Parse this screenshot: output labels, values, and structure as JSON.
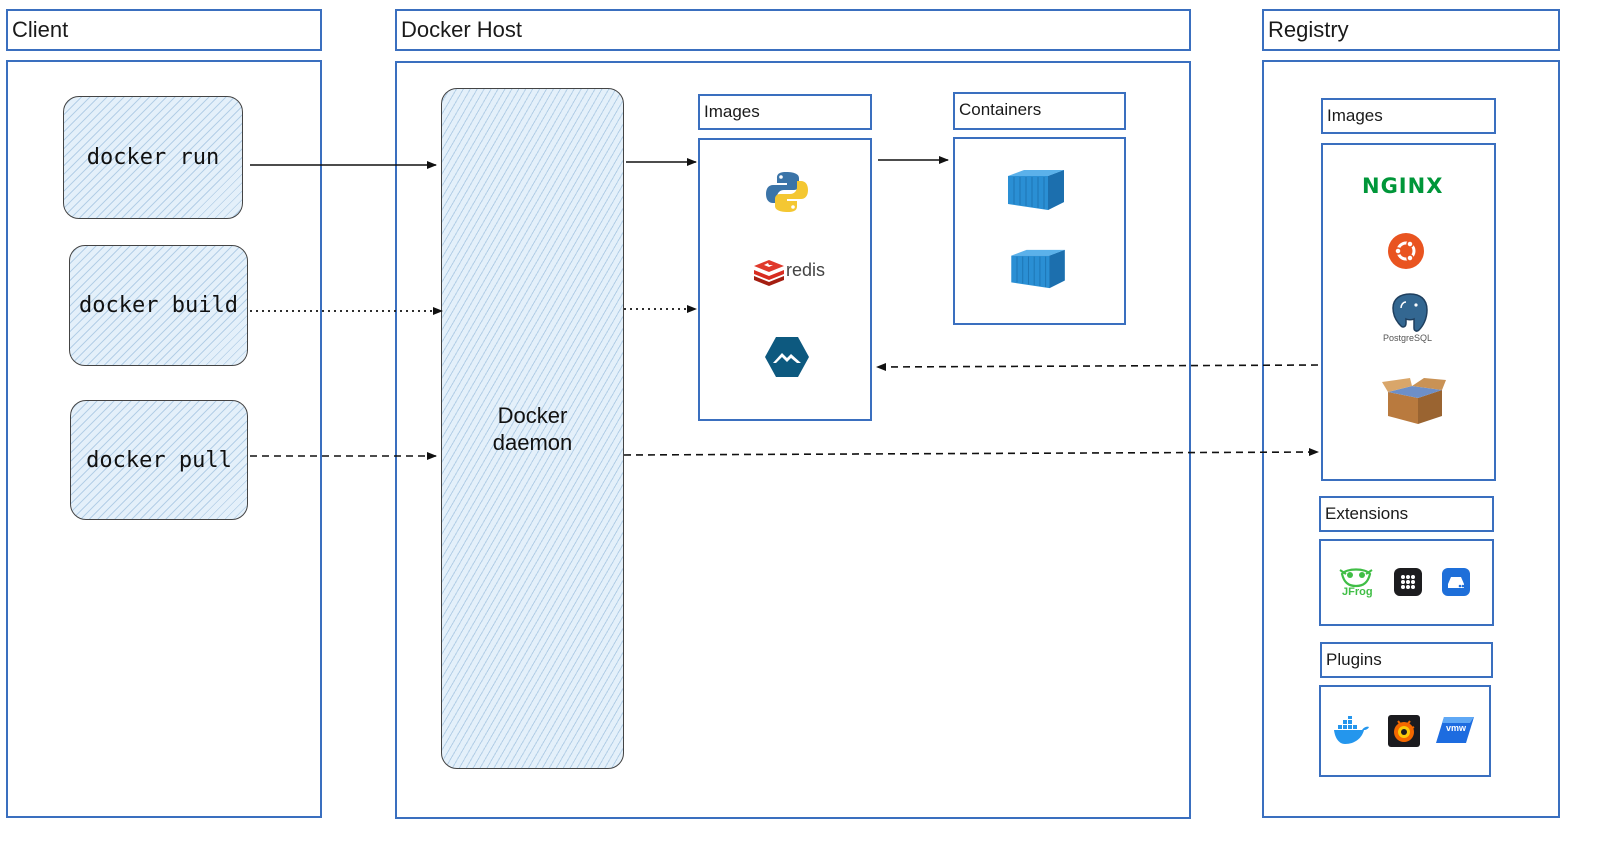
{
  "client": {
    "title": "Client",
    "commands": [
      "docker run",
      "docker build",
      "docker pull"
    ]
  },
  "host": {
    "title": "Docker Host",
    "daemon": "Docker\ndaemon",
    "images_label": "Images",
    "containers_label": "Containers",
    "images_icons": [
      "python-logo-icon",
      "redis-logo-icon",
      "alpine-logo-icon"
    ],
    "redis_text": "redis",
    "container_icons": [
      "shipping-container-icon",
      "shipping-container-icon"
    ]
  },
  "registry": {
    "title": "Registry",
    "images_label": "Images",
    "nginx_text": "NGINX",
    "postgres_text": "PostgreSQL",
    "images_icons": [
      "nginx-logo-icon",
      "ubuntu-logo-icon",
      "postgresql-logo-icon",
      "cardboard-box-icon"
    ],
    "extensions_label": "Extensions",
    "extensions_icons": [
      "jfrog-logo-icon",
      "grid-app-icon",
      "storage-drive-icon"
    ],
    "jfrog_text": "JFrog",
    "plugins_label": "Plugins",
    "plugins_icons": [
      "docker-whale-icon",
      "grafana-logo-icon",
      "vmware-logo-icon"
    ],
    "vmw_text": "vmw"
  },
  "colors": {
    "frame": "#3a6fbf",
    "sketch_fill": "#e4f0fa",
    "nginx_green": "#009639",
    "ubuntu_orange": "#e95420",
    "redis_red": "#d82c20",
    "container_blue": "#2a8fd4"
  }
}
